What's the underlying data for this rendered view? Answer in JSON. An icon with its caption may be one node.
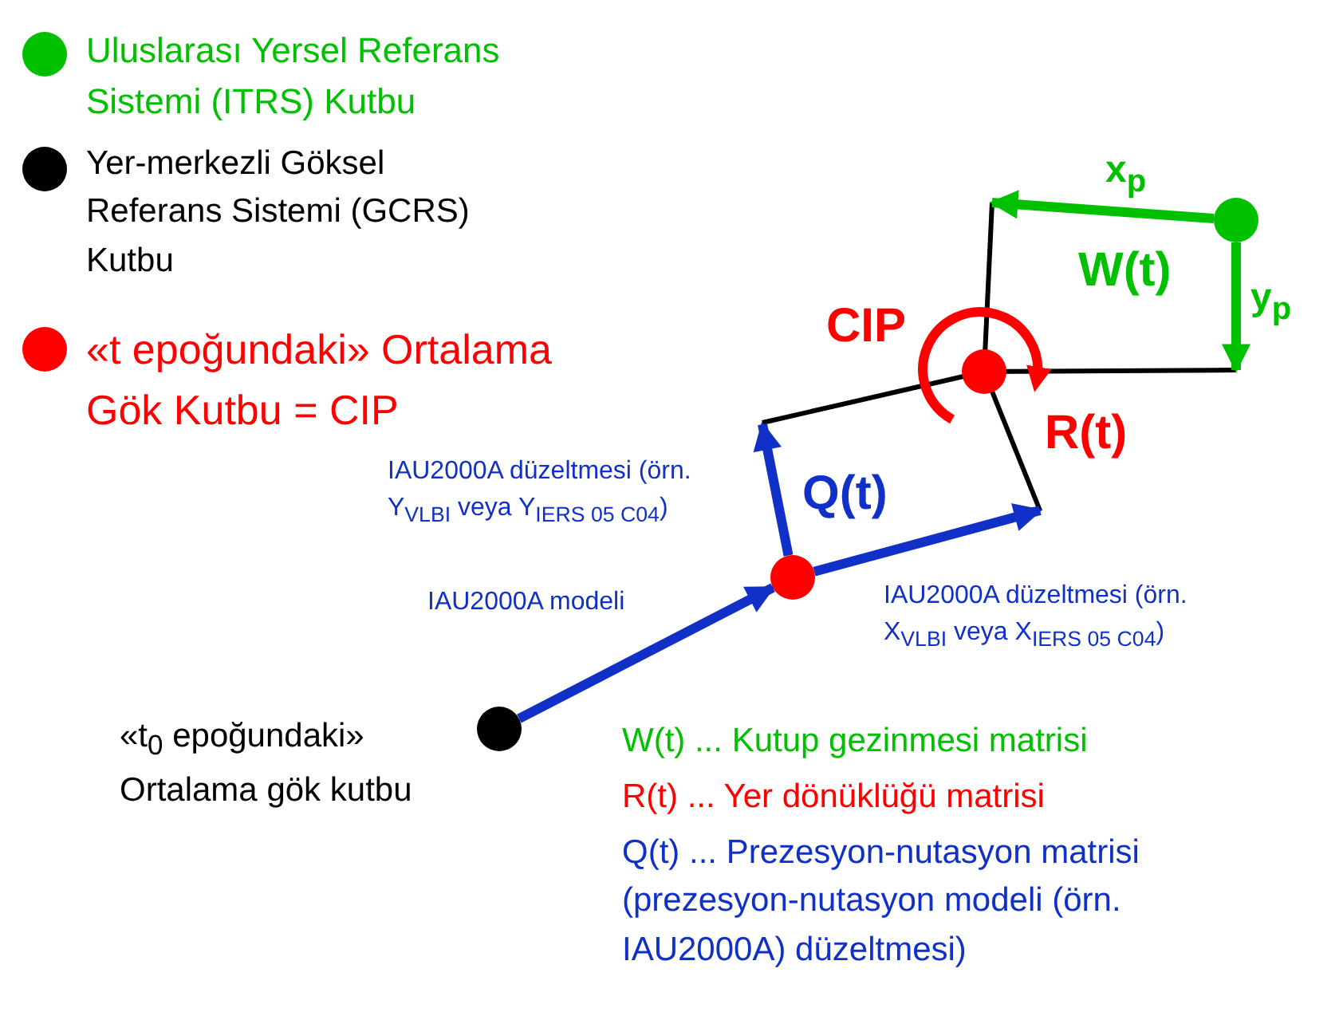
{
  "diagram": {
    "nodes": [
      {
        "text": [],
        "shape": "circle"
      },
      {
        "text": [],
        "shape": "circle",
        "beside": [
          "CIP"
        ]
      },
      {
        "text": [],
        "shape": "circle"
      },
      {
        "text": [],
        "shape": "circle",
        "beside": [
          "«t$_{0}$ epoğundaki» Ortalama gök kutbu"
        ]
      }
    ],
    "edges": [
      {
        "from": 3,
        "to": 2,
        "arrow": "to",
        "label": "IAU2000A modeli"
      },
      {
        "from": 2,
        "to": null,
        "arrow": "to",
        "label": "IAU2000A düzeltmesi (örn. Y$_{VLBI}$ veya Y$_{IERS 05 C04}$)"
      },
      {
        "from": 2,
        "to": null,
        "arrow": "to",
        "label": "IAU2000A düzeltmesi (örn. X$_{VLBI}$ veya X$_{IERS 05 C04}$)"
      },
      {
        "from": 0,
        "to": null,
        "arrow": "to",
        "label": "x$_{p}$",
        "color": "#00c000"
      },
      {
        "from": 0,
        "to": null,
        "arrow": "to",
        "label": "y$_{p}$",
        "color": "#00c000"
      }
    ],
    "labels": [
      "W(t)",
      "R(t)",
      "Q(t)",
      "W(t) ... Kutup gezinmesi matrisi",
      "R(t) ... Yer dönüklüğü matrisi",
      "Q(t) ... Prezesyon-nutasyon matrisi (prezesyon-nutasyon modeli (örn. IAU2000A) düzeltmesi)"
    ],
    "legend": [
      {
        "text": "Uluslarası Yersel Referans Sistemi (ITRS) Kutbu",
        "color": "#00c000"
      },
      {
        "text": "Yer-merkezli Göksel Referans Sistemi (GCRS) Kutbu",
        "color": "#000000"
      },
      {
        "text": "«t epoğundaki» Ortalama Gök Kutbu = CIP",
        "color": "#ff0000"
      }
    ]
  }
}
